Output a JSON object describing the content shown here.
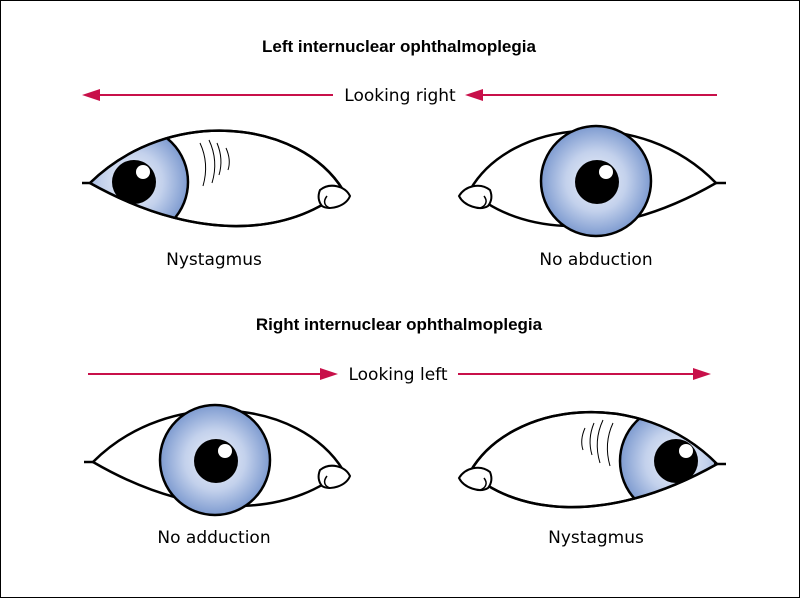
{
  "sections": [
    {
      "title": "Left internuclear ophthalmoplegia",
      "direction_label": "Looking right",
      "eyes": [
        {
          "caption": "Nystagmus"
        },
        {
          "caption": "No abduction"
        }
      ]
    },
    {
      "title": "Right internuclear ophthalmoplegia",
      "direction_label": "Looking left",
      "eyes": [
        {
          "caption": "No adduction"
        },
        {
          "caption": "Nystagmus"
        }
      ]
    }
  ],
  "colors": {
    "arrow": "#c8104a",
    "iris_center": "#eef2fa",
    "iris_edge": "#7e9bd0",
    "outline": "#000000"
  }
}
